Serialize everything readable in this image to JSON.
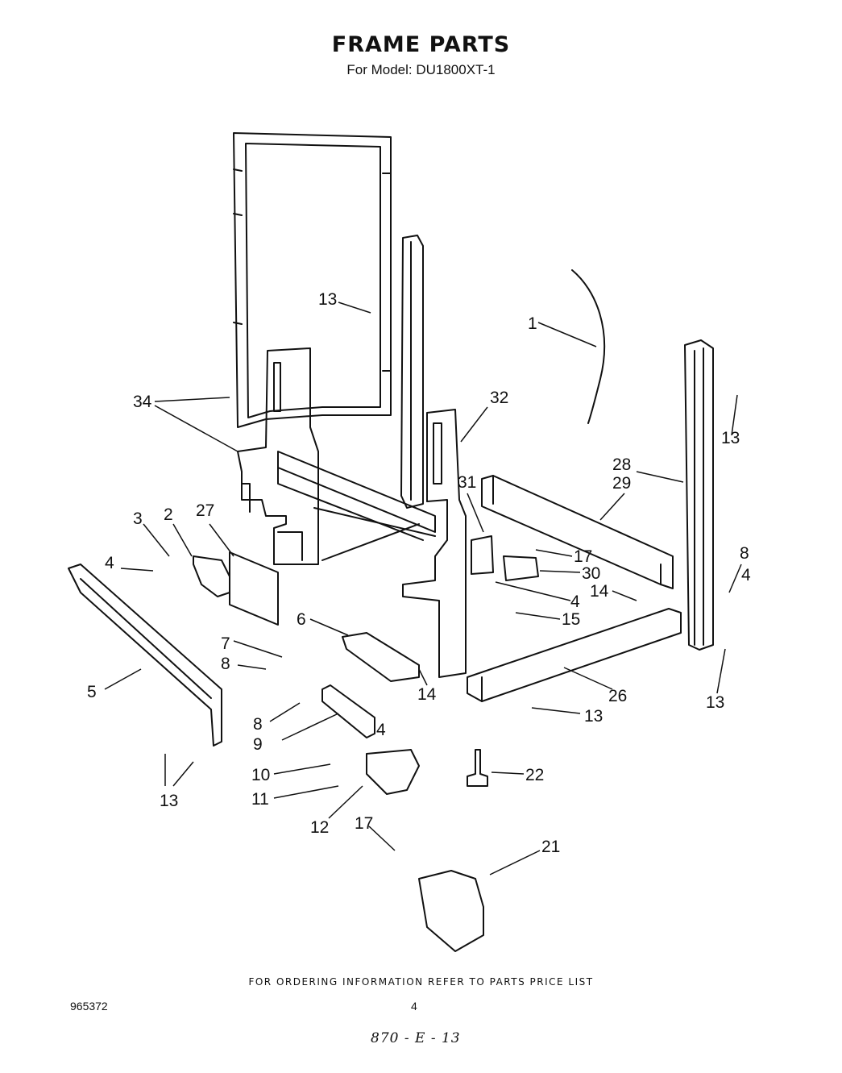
{
  "header": {
    "title": "FRAME PARTS",
    "subtitle": "For Model: DU1800XT-1"
  },
  "callouts": [
    "13",
    "1",
    "34",
    "32",
    "13",
    "28",
    "29",
    "3",
    "2",
    "27",
    "31",
    "17",
    "4",
    "30",
    "8",
    "4",
    "14",
    "4",
    "15",
    "6",
    "7",
    "8",
    "14",
    "26",
    "5",
    "13",
    "8",
    "9",
    "4",
    "13",
    "10",
    "22",
    "11",
    "13",
    "12",
    "17",
    "21"
  ],
  "footer": {
    "ordering_note": "FOR ORDERING INFORMATION REFER TO PARTS PRICE LIST",
    "document_number": "965372",
    "page_number": "4",
    "handwritten_code": "870 - E - 13"
  }
}
